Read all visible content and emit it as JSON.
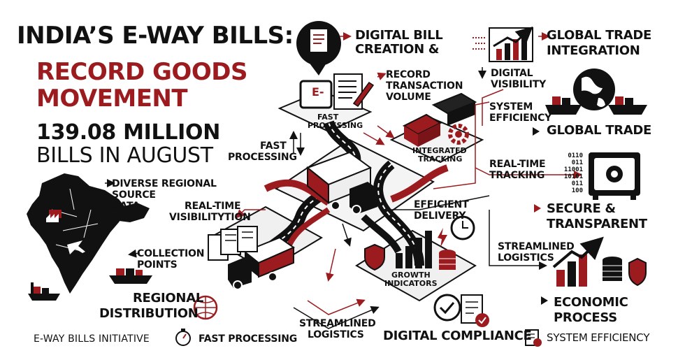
{
  "colors": {
    "accent": "#9b1b1f",
    "ink": "#111111",
    "background": "#ffffff"
  },
  "header": {
    "title_line1": "INDIA’S E-WAY BILLS:",
    "title_line2": "RECORD GOODS",
    "title_line3": "MOVEMENT",
    "stat_value": "139.08 MILLION",
    "stat_caption": "BILLS IN AUGUST"
  },
  "labels": {
    "digital_bill_1": "DIGITAL BILL",
    "digital_bill_2": "CREATION &",
    "record_tx_1": "RECORD",
    "record_tx_2": "TRANSACTION",
    "record_tx_3": "VOLUME",
    "fast_processing_small_1": "FAST",
    "fast_processing_small_2": "PROCESSING",
    "fast_processing_1": "FAST",
    "fast_processing_2": "PROCESSING",
    "integrated_1": "INTEGRATED",
    "integrated_2": "TRACKING",
    "global_trade_int_1": "GLOBAL TRADE",
    "global_trade_int_2": "INTEGRATION",
    "digital_visibility_1": "DIGITAL",
    "digital_visibility_2": "VISIBILITY",
    "system_efficiency_1": "SYSTEM",
    "system_efficiency_2": "EFFICIENCY",
    "global_trade": "GLOBAL TRADE",
    "realtime_tracking_1": "REAL-TIME",
    "realtime_tracking_2": "TRACKING",
    "secure_1": "SECURE &",
    "secure_2": "TRANSPARENT",
    "streamlined_right_1": "STREAMLINED",
    "streamlined_right_2": "LOGISTICS",
    "economic_1": "ECONOMIC",
    "economic_2": "PROCESS",
    "diverse_1": "DIVERSE REGIONAL",
    "diverse_2": "SOURCE",
    "diverse_3": "DATA",
    "realtime_vis_1": "REAL-TIME",
    "realtime_vis_2": "VISIBILITYTION",
    "collection_1": "COLLECTION",
    "collection_2": "POINTS",
    "regional_1": "REGIONAL",
    "regional_2": "DISTRIBUTION",
    "efficient_1": "EFFICIENT",
    "efficient_2": "DELIVERY",
    "growth_1": "GROWTH",
    "growth_2": "INDICATORS",
    "streamlined_bottom_1": "STREAMLINED",
    "streamlined_bottom_2": "LOGISTICS",
    "digital_compliance": "DIGITAL COMPLIANCE",
    "binary": [
      "0110",
      "011",
      "11001",
      "10101",
      "011",
      "100"
    ],
    "doc_badge": "e-"
  },
  "footer": {
    "initiative": "E-WAY BILLS INITIATIVE",
    "fast_processing": "FAST PROCESSING",
    "system_efficiency": "SYSTEM EFFICIENCY"
  }
}
